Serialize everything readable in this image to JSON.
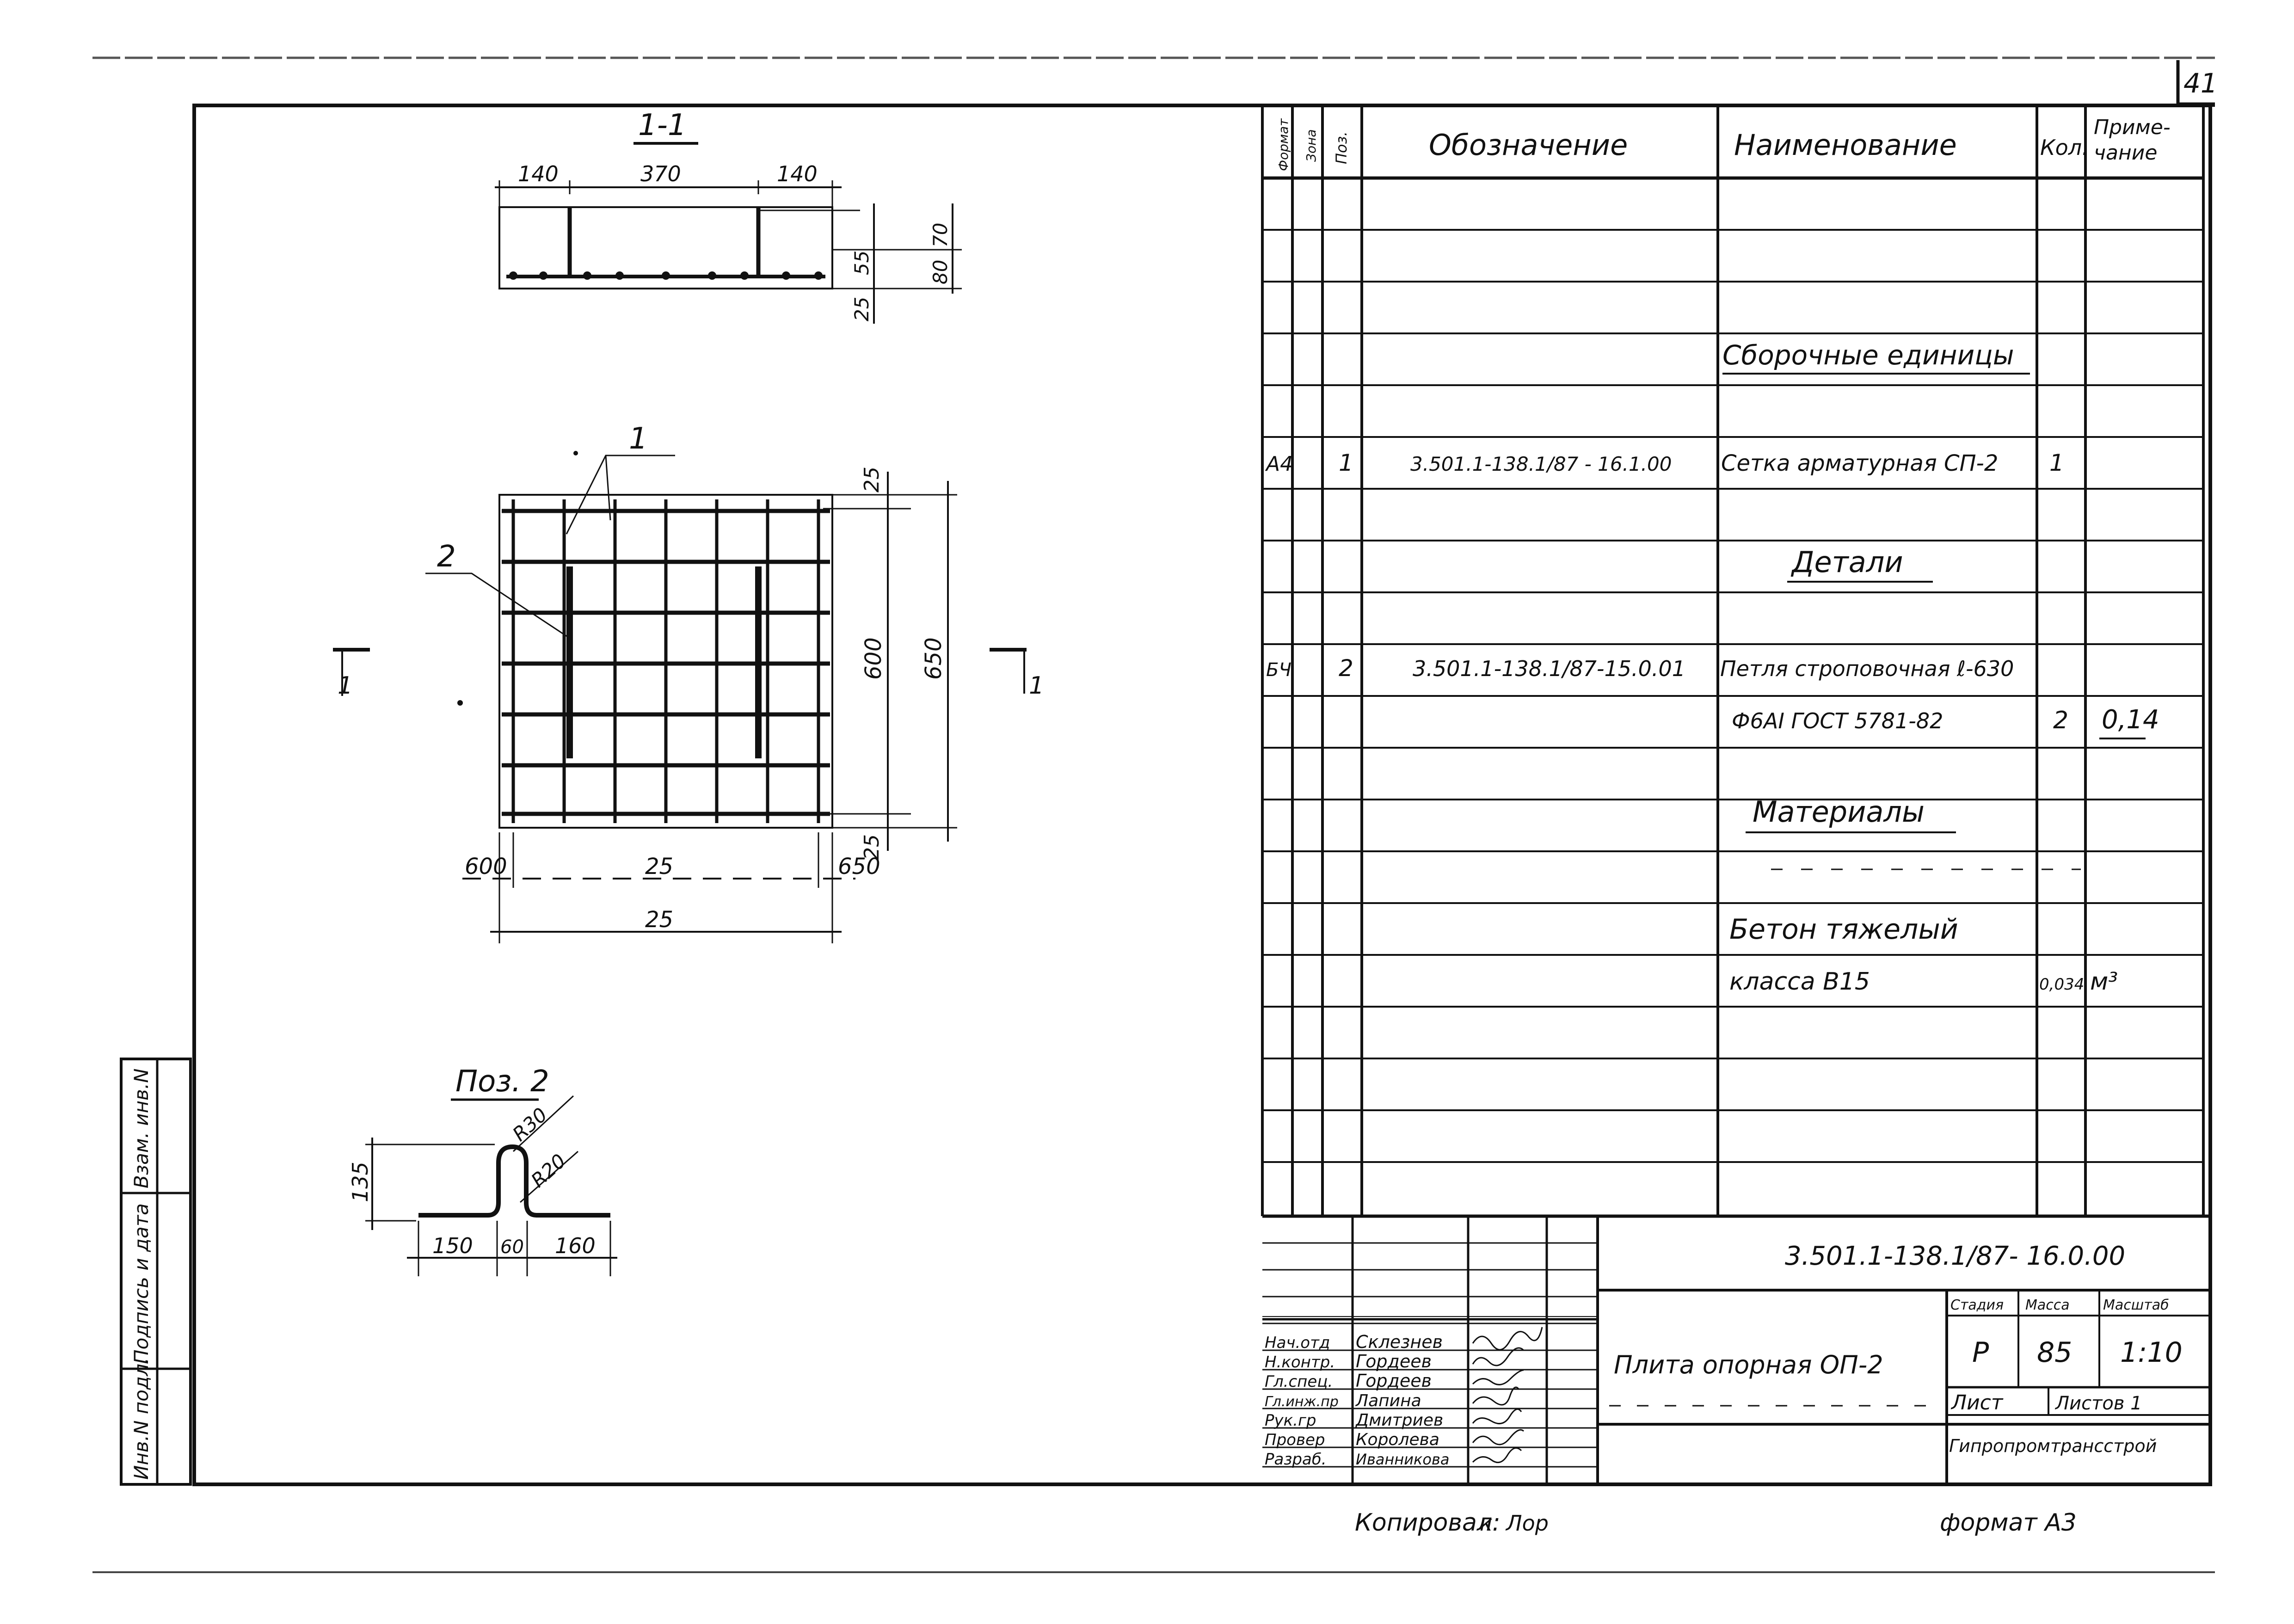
{
  "sheet": {
    "page_number": "41",
    "copied_by_label": "Копировал:",
    "copied_by_sign": "к. Лор",
    "format_label": "формат A3"
  },
  "side_stamp": {
    "cells": [
      "Инв.N подл.",
      "Подпись и дата",
      "Взам. инв.N"
    ]
  },
  "section_view": {
    "title": "1-1",
    "dims": [
      "140",
      "370",
      "140",
      "70",
      "55",
      "80",
      "25"
    ]
  },
  "plan_view": {
    "callouts": [
      "1",
      "2"
    ],
    "section_marks": [
      "1",
      "1"
    ],
    "dims": [
      "25",
      "600",
      "650",
      "25",
      "600",
      "25",
      "650",
      "25"
    ]
  },
  "loop_detail": {
    "title": "Поз. 2",
    "dims": [
      "R30",
      "R20",
      "135",
      "150",
      "60",
      "160"
    ]
  },
  "spec_table": {
    "headers": {
      "format": "Формат",
      "zone": "Зона",
      "pos": "Поз.",
      "designation": "Обозначение",
      "name": "Наименование",
      "qty": "Кол.",
      "note": "Приме-\nчание"
    },
    "rows": [
      {
        "format": "",
        "pos": "",
        "designation": "",
        "name": "Сборочные единицы",
        "qty": "",
        "note": "",
        "heading": true
      },
      {
        "format": "A4",
        "pos": "1",
        "designation": "3.501.1-138.1/87 - 16.1.00",
        "name": "Сетка арматурная СП-2",
        "qty": "1",
        "note": ""
      },
      {
        "format": "",
        "pos": "",
        "designation": "",
        "name": "Детали",
        "qty": "",
        "note": "",
        "heading": true
      },
      {
        "format": "БЧ",
        "pos": "2",
        "designation": "3.501.1-138.1/87-15.0.01",
        "name": "Петля строповочная ℓ-630",
        "qty": "",
        "note": ""
      },
      {
        "format": "",
        "pos": "",
        "designation": "",
        "name": "Ф6АI  ГОСТ 5781-82",
        "qty": "2",
        "note": "0,14"
      },
      {
        "format": "",
        "pos": "",
        "designation": "",
        "name": "Материалы",
        "qty": "",
        "note": "",
        "heading": true
      },
      {
        "format": "",
        "pos": "",
        "designation": "",
        "name": "Бетон тяжелый",
        "qty": "",
        "note": ""
      },
      {
        "format": "",
        "pos": "",
        "designation": "",
        "name": "класса В15",
        "qty": "0,034",
        "note": "м³"
      }
    ]
  },
  "title_block": {
    "document_code": "3.501.1-138.1/87- 16.0.00",
    "title": "Плита опорная ОП-2",
    "labels": {
      "stage": "Стадия",
      "mass": "Масса",
      "scale": "Масштаб",
      "sheet": "Лист",
      "sheets": "Листов 1"
    },
    "values": {
      "stage": "Р",
      "mass": "85",
      "scale": "1:10"
    },
    "organization": "Гипропромтрансстрой",
    "staff": [
      {
        "role": "Нач.отд",
        "name": "Склезнев"
      },
      {
        "role": "Н.контр.",
        "name": "Гордеев"
      },
      {
        "role": "Гл.спец.",
        "name": "Гордеев"
      },
      {
        "role": "Гл.инж.пр",
        "name": "Лапина"
      },
      {
        "role": "Рук.гр",
        "name": "Дмитриев"
      },
      {
        "role": "Провер",
        "name": "Королева"
      },
      {
        "role": "Разраб.",
        "name": "Иванникова"
      }
    ]
  }
}
